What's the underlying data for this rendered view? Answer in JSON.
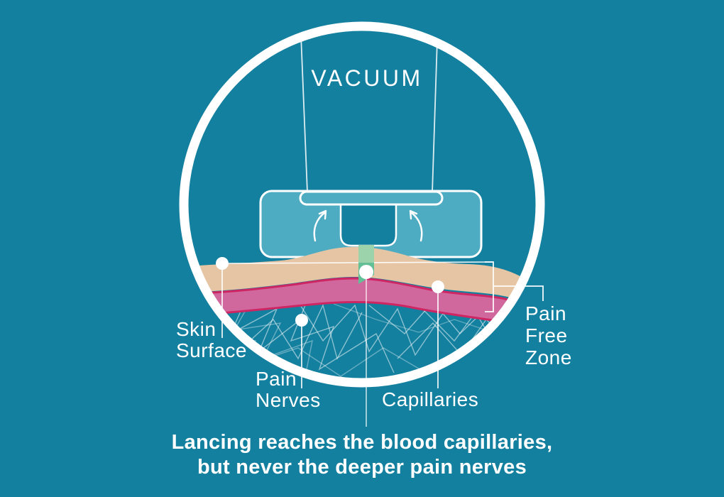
{
  "colors": {
    "background": "#14809F",
    "circle_ring": "#FFFFFF",
    "device_fill": "#4EACC2",
    "housing_fill": "#14809F",
    "skin_tan": "#E6C5A5",
    "capillary_pink": "#D0679D",
    "capillary_edge_crimson": "#CE2663",
    "lancet_green_light": "#9DD3AA",
    "lancet_green_dark": "#63BF96",
    "nerve_line": "rgba(255,255,255,0.5)",
    "text": "#FFFFFF"
  },
  "illustration": {
    "vacuum_label": "VACUUM",
    "skin_surface_label": {
      "line1": "Skin",
      "line2": "Surface"
    },
    "pain_nerves_label": {
      "line1": "Pain",
      "line2": "Nerves"
    },
    "capillaries_label": "Capillaries",
    "pain_free_zone_label": {
      "line1": "Pain",
      "line2": "Free",
      "line3": "Zone"
    }
  },
  "caption": {
    "line1": "Lancing reaches the blood capillaries,",
    "line2": "but never the deeper pain nerves"
  }
}
